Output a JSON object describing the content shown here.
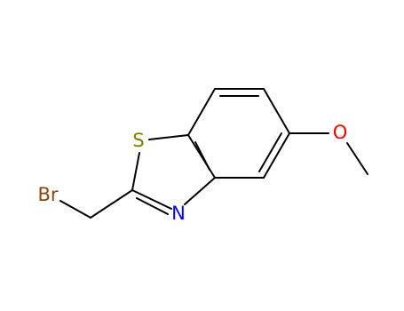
{
  "molecule": {
    "atoms": {
      "sulfur": {
        "label": "S",
        "color": "#808000"
      },
      "nitrogen": {
        "label": "N",
        "color": "#0000ff"
      },
      "oxygen": {
        "label": "O",
        "color": "#ff0000"
      },
      "bromine": {
        "label": "Br",
        "color": "#8b4513"
      }
    }
  }
}
